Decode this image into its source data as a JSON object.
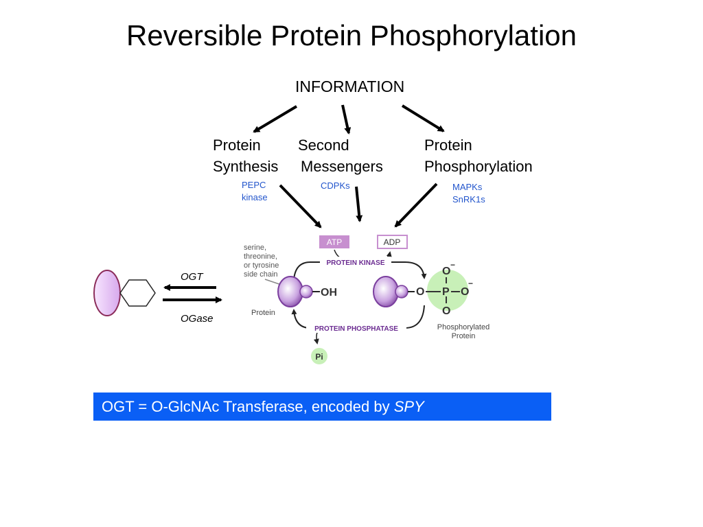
{
  "title": "Reversible Protein Phosphorylation",
  "information": "INFORMATION",
  "categories": {
    "protein_synthesis": [
      "Protein",
      "Synthesis"
    ],
    "second_messengers": [
      "Second",
      "Messengers"
    ],
    "protein_phosphorylation": [
      "Protein",
      "Phosphorylation"
    ]
  },
  "examples": {
    "pepc": [
      "PEPC",
      "kinase"
    ],
    "cdpks": "CDPKs",
    "mapks": [
      "MAPKs",
      "SnRK1s"
    ]
  },
  "figure": {
    "atp": "ATP",
    "adp": "ADP",
    "side_chain": [
      "serine,",
      "threonine,",
      "or tyrosine",
      "side chain"
    ],
    "protein_kinase": "PROTEIN KINASE",
    "protein_phosphatase": "PROTEIN PHOSPHATASE",
    "oh": "OH",
    "protein": "Protein",
    "phospho": {
      "o_top": "O",
      "minus": "−",
      "o_link": "O",
      "p": "P",
      "o_right": "O",
      "o_bottom": "O"
    },
    "phosphorylated_protein": [
      "Phosphorylated",
      "Protein"
    ],
    "pi": "Pi"
  },
  "ogt_label": "OGT",
  "ogase_label": "OGase",
  "banner": {
    "text": "OGT = O-GlcNAc Transferase, encoded by ",
    "italic": "SPY"
  },
  "colors": {
    "banner": "#0a5ff5",
    "link_blue": "#2255cc",
    "purple": "#7a1f8c",
    "kinase_label": "#6b2c91",
    "pi_green": "#c8f0b8"
  }
}
